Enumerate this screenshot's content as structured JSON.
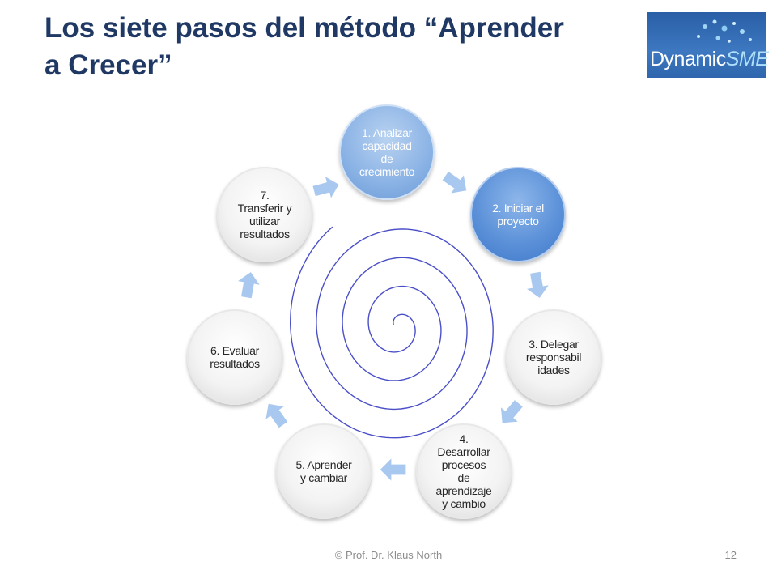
{
  "slide": {
    "title_line1": "Los siete pasos del método “Aprender",
    "title_line2": "a Crecer”",
    "footer": "© Prof. Dr. Klaus North",
    "page_number": "12"
  },
  "logo": {
    "text_part1": "Dynamic",
    "text_part2": "SME",
    "background_color": "#2f66ad"
  },
  "diagram": {
    "steps": [
      {
        "lines": [
          "1. Analizar",
          "capacidad",
          "de",
          "crecimiento"
        ]
      },
      {
        "lines": [
          "2. Iniciar el",
          "proyecto"
        ]
      },
      {
        "lines": [
          "3. Delegar",
          "responsabil",
          "idades"
        ]
      },
      {
        "lines": [
          "4.",
          "Desarrollar",
          "procesos",
          "de",
          "aprendizaje",
          "y cambio"
        ]
      },
      {
        "lines": [
          "5. Aprender",
          "y cambiar"
        ]
      },
      {
        "lines": [
          "6. Evaluar",
          "resultados"
        ]
      },
      {
        "lines": [
          "7.",
          "Transferir y",
          "utilizar",
          "resultados"
        ]
      }
    ],
    "spiral_color": "#4a4fc7",
    "arrow_color": "#a9c8ef"
  }
}
